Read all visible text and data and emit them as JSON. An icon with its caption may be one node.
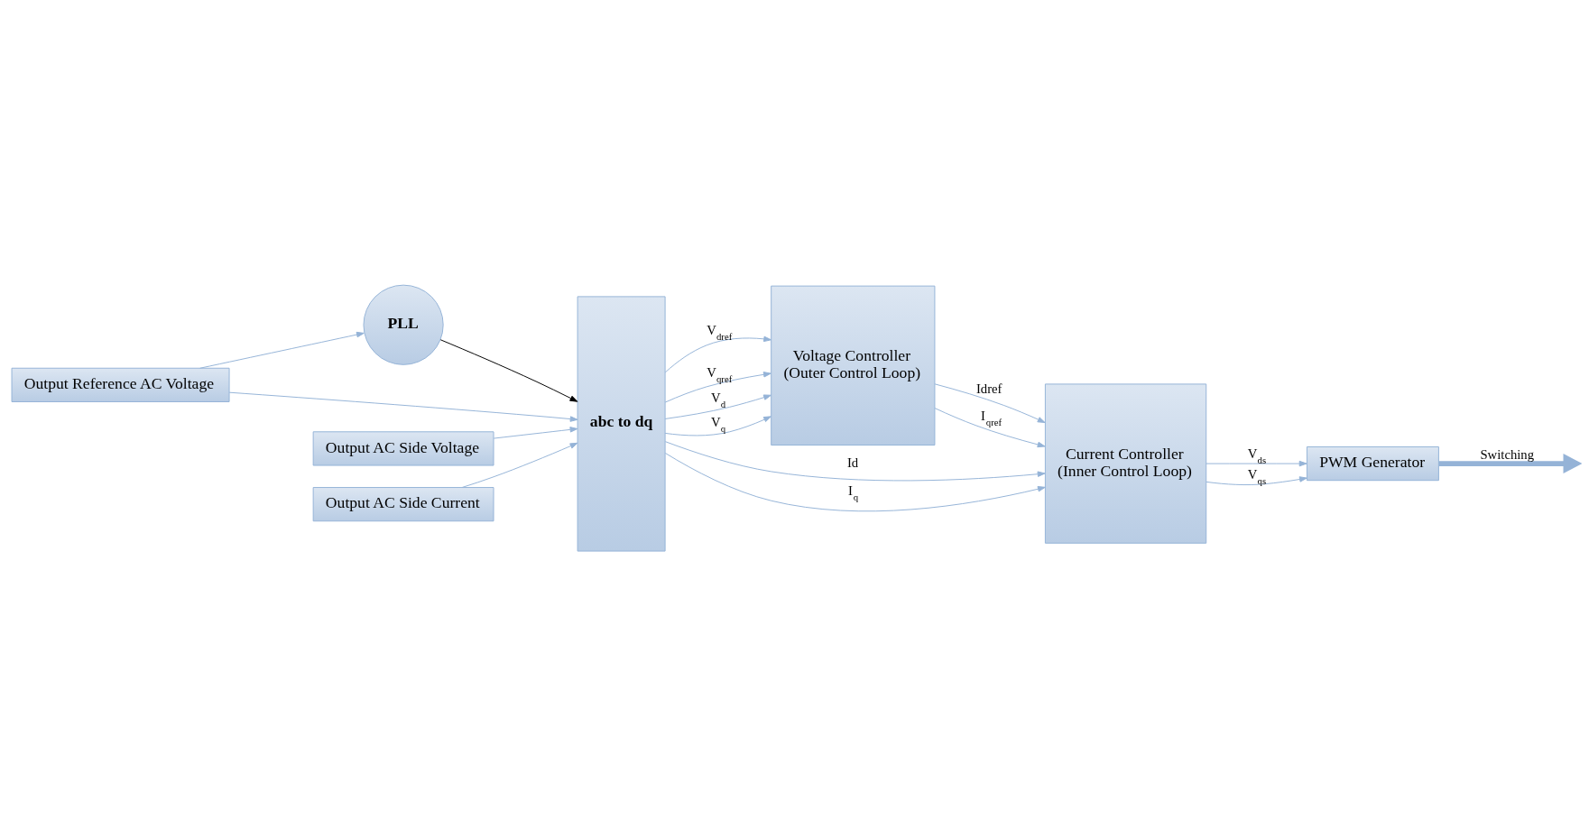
{
  "diagram": {
    "nodes": [
      {
        "text": [
          "Output Reference AC Voltage"
        ]
      },
      {
        "text": [
          "PLL"
        ]
      },
      {
        "text": [
          "abc to dq"
        ]
      },
      {
        "text": [
          "Output AC Side Voltage"
        ]
      },
      {
        "text": [
          "Output AC Side Current"
        ]
      },
      {
        "text": [
          "Voltage Controller",
          "(Outer Control Loop)"
        ]
      },
      {
        "text": [
          "Current Controller",
          "(Inner Control Loop)"
        ]
      },
      {
        "text": [
          "PWM Generator"
        ]
      }
    ],
    "edges": [
      {
        "from": 0,
        "to": 1,
        "arrow": "to"
      },
      {
        "from": 0,
        "to": 2,
        "arrow": "to"
      },
      {
        "from": 1,
        "to": 2,
        "arrow": "to",
        "color": "#000000"
      },
      {
        "from": 3,
        "to": 2,
        "arrow": "to"
      },
      {
        "from": 4,
        "to": 2,
        "arrow": "to"
      },
      {
        "from": 2,
        "to": 5,
        "arrow": "to",
        "label": "V$_{dref}$"
      },
      {
        "from": 2,
        "to": 5,
        "arrow": "to",
        "label": "V$_{qref}$"
      },
      {
        "from": 2,
        "to": 5,
        "arrow": "to",
        "label": "V$_{d}$"
      },
      {
        "from": 2,
        "to": 5,
        "arrow": "to",
        "label": "V$_{q}$"
      },
      {
        "from": 5,
        "to": 6,
        "arrow": "to",
        "label": "Idref"
      },
      {
        "from": 5,
        "to": 6,
        "arrow": "to",
        "label": "I$_{qref}$"
      },
      {
        "from": 2,
        "to": 6,
        "arrow": "to",
        "label": "Id"
      },
      {
        "from": 2,
        "to": 6,
        "arrow": "to",
        "label": "I$_{q}$"
      },
      {
        "from": 6,
        "to": 7,
        "arrow": "to",
        "label": "V$_{ds}$"
      },
      {
        "from": 6,
        "to": 7,
        "arrow": "to",
        "label": "V$_{qs}$"
      },
      {
        "from": 7,
        "to": null,
        "arrow": "to",
        "label": "Switching",
        "style": "thick"
      }
    ]
  }
}
